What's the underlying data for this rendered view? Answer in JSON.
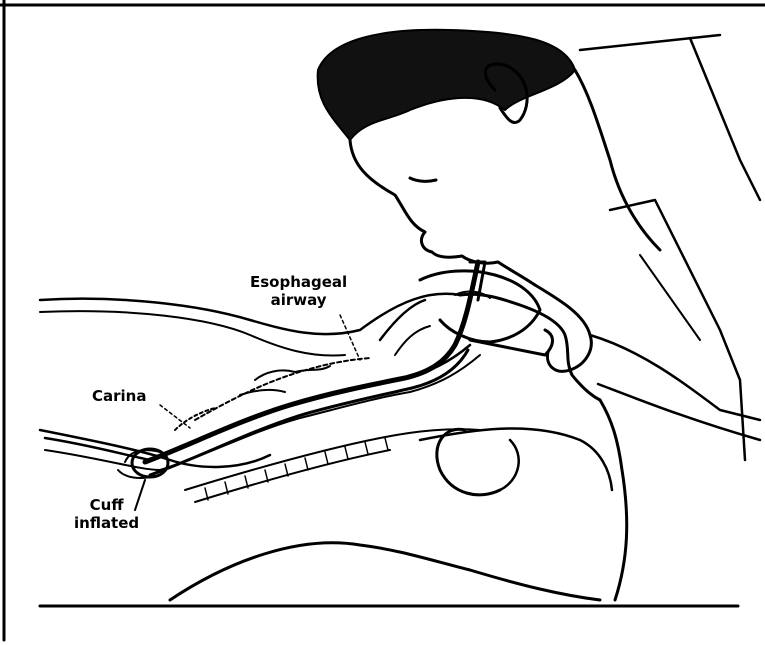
{
  "labels": {
    "esophageal_line1": "Esophageal",
    "esophageal_line2": "airway",
    "carina": "Carina",
    "cuff_line1": "Cuff",
    "cuff_line2": "inflated"
  }
}
